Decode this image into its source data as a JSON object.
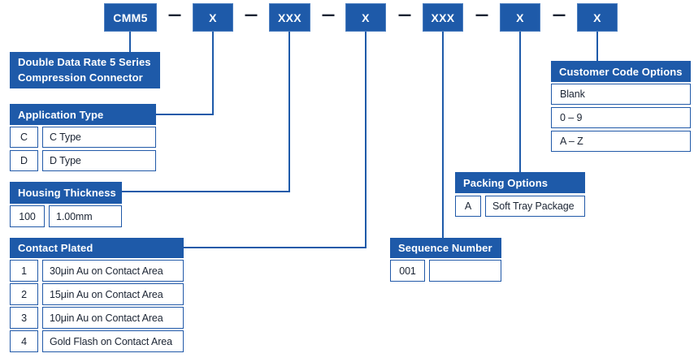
{
  "colors": {
    "primary_blue": "#1E5AA9",
    "border_blue": "#2159A8",
    "text_dark": "#1B2433",
    "text_white": "#FFFFFF"
  },
  "part_number": {
    "separator": "—",
    "segments": [
      {
        "label": "CMM5"
      },
      {
        "label": "X"
      },
      {
        "label": "XXX"
      },
      {
        "label": "X"
      },
      {
        "label": "XXX"
      },
      {
        "label": "X"
      },
      {
        "label": "X"
      }
    ]
  },
  "description_box": {
    "lines": [
      "Double Data Rate 5 Series",
      "Compression Connector"
    ]
  },
  "tables": [
    {
      "id": "application-type",
      "title": "Application Type",
      "rows": [
        [
          "C",
          "C Type"
        ],
        [
          "D",
          "D Type"
        ]
      ]
    },
    {
      "id": "housing-thickness",
      "title": "Housing Thickness",
      "rows": [
        [
          "100",
          "1.00mm"
        ]
      ]
    },
    {
      "id": "contact-plated",
      "title": "Contact Plated",
      "rows": [
        [
          "1",
          "30μin Au on Contact Area"
        ],
        [
          "2",
          "15μin Au on Contact Area"
        ],
        [
          "3",
          "10μin Au on Contact Area"
        ],
        [
          "4",
          "Gold Flash on Contact Area"
        ]
      ]
    },
    {
      "id": "sequence-number",
      "title": "Sequence Number",
      "rows": [
        [
          "001",
          ""
        ]
      ]
    },
    {
      "id": "packing-options",
      "title": "Packing Options",
      "rows": [
        [
          "A",
          "Soft Tray Package"
        ]
      ]
    },
    {
      "id": "customer-code-options",
      "title": "Customer Code Options",
      "rows": [
        [
          "Blank"
        ],
        [
          "0 – 9"
        ],
        [
          "A – Z"
        ]
      ]
    }
  ]
}
